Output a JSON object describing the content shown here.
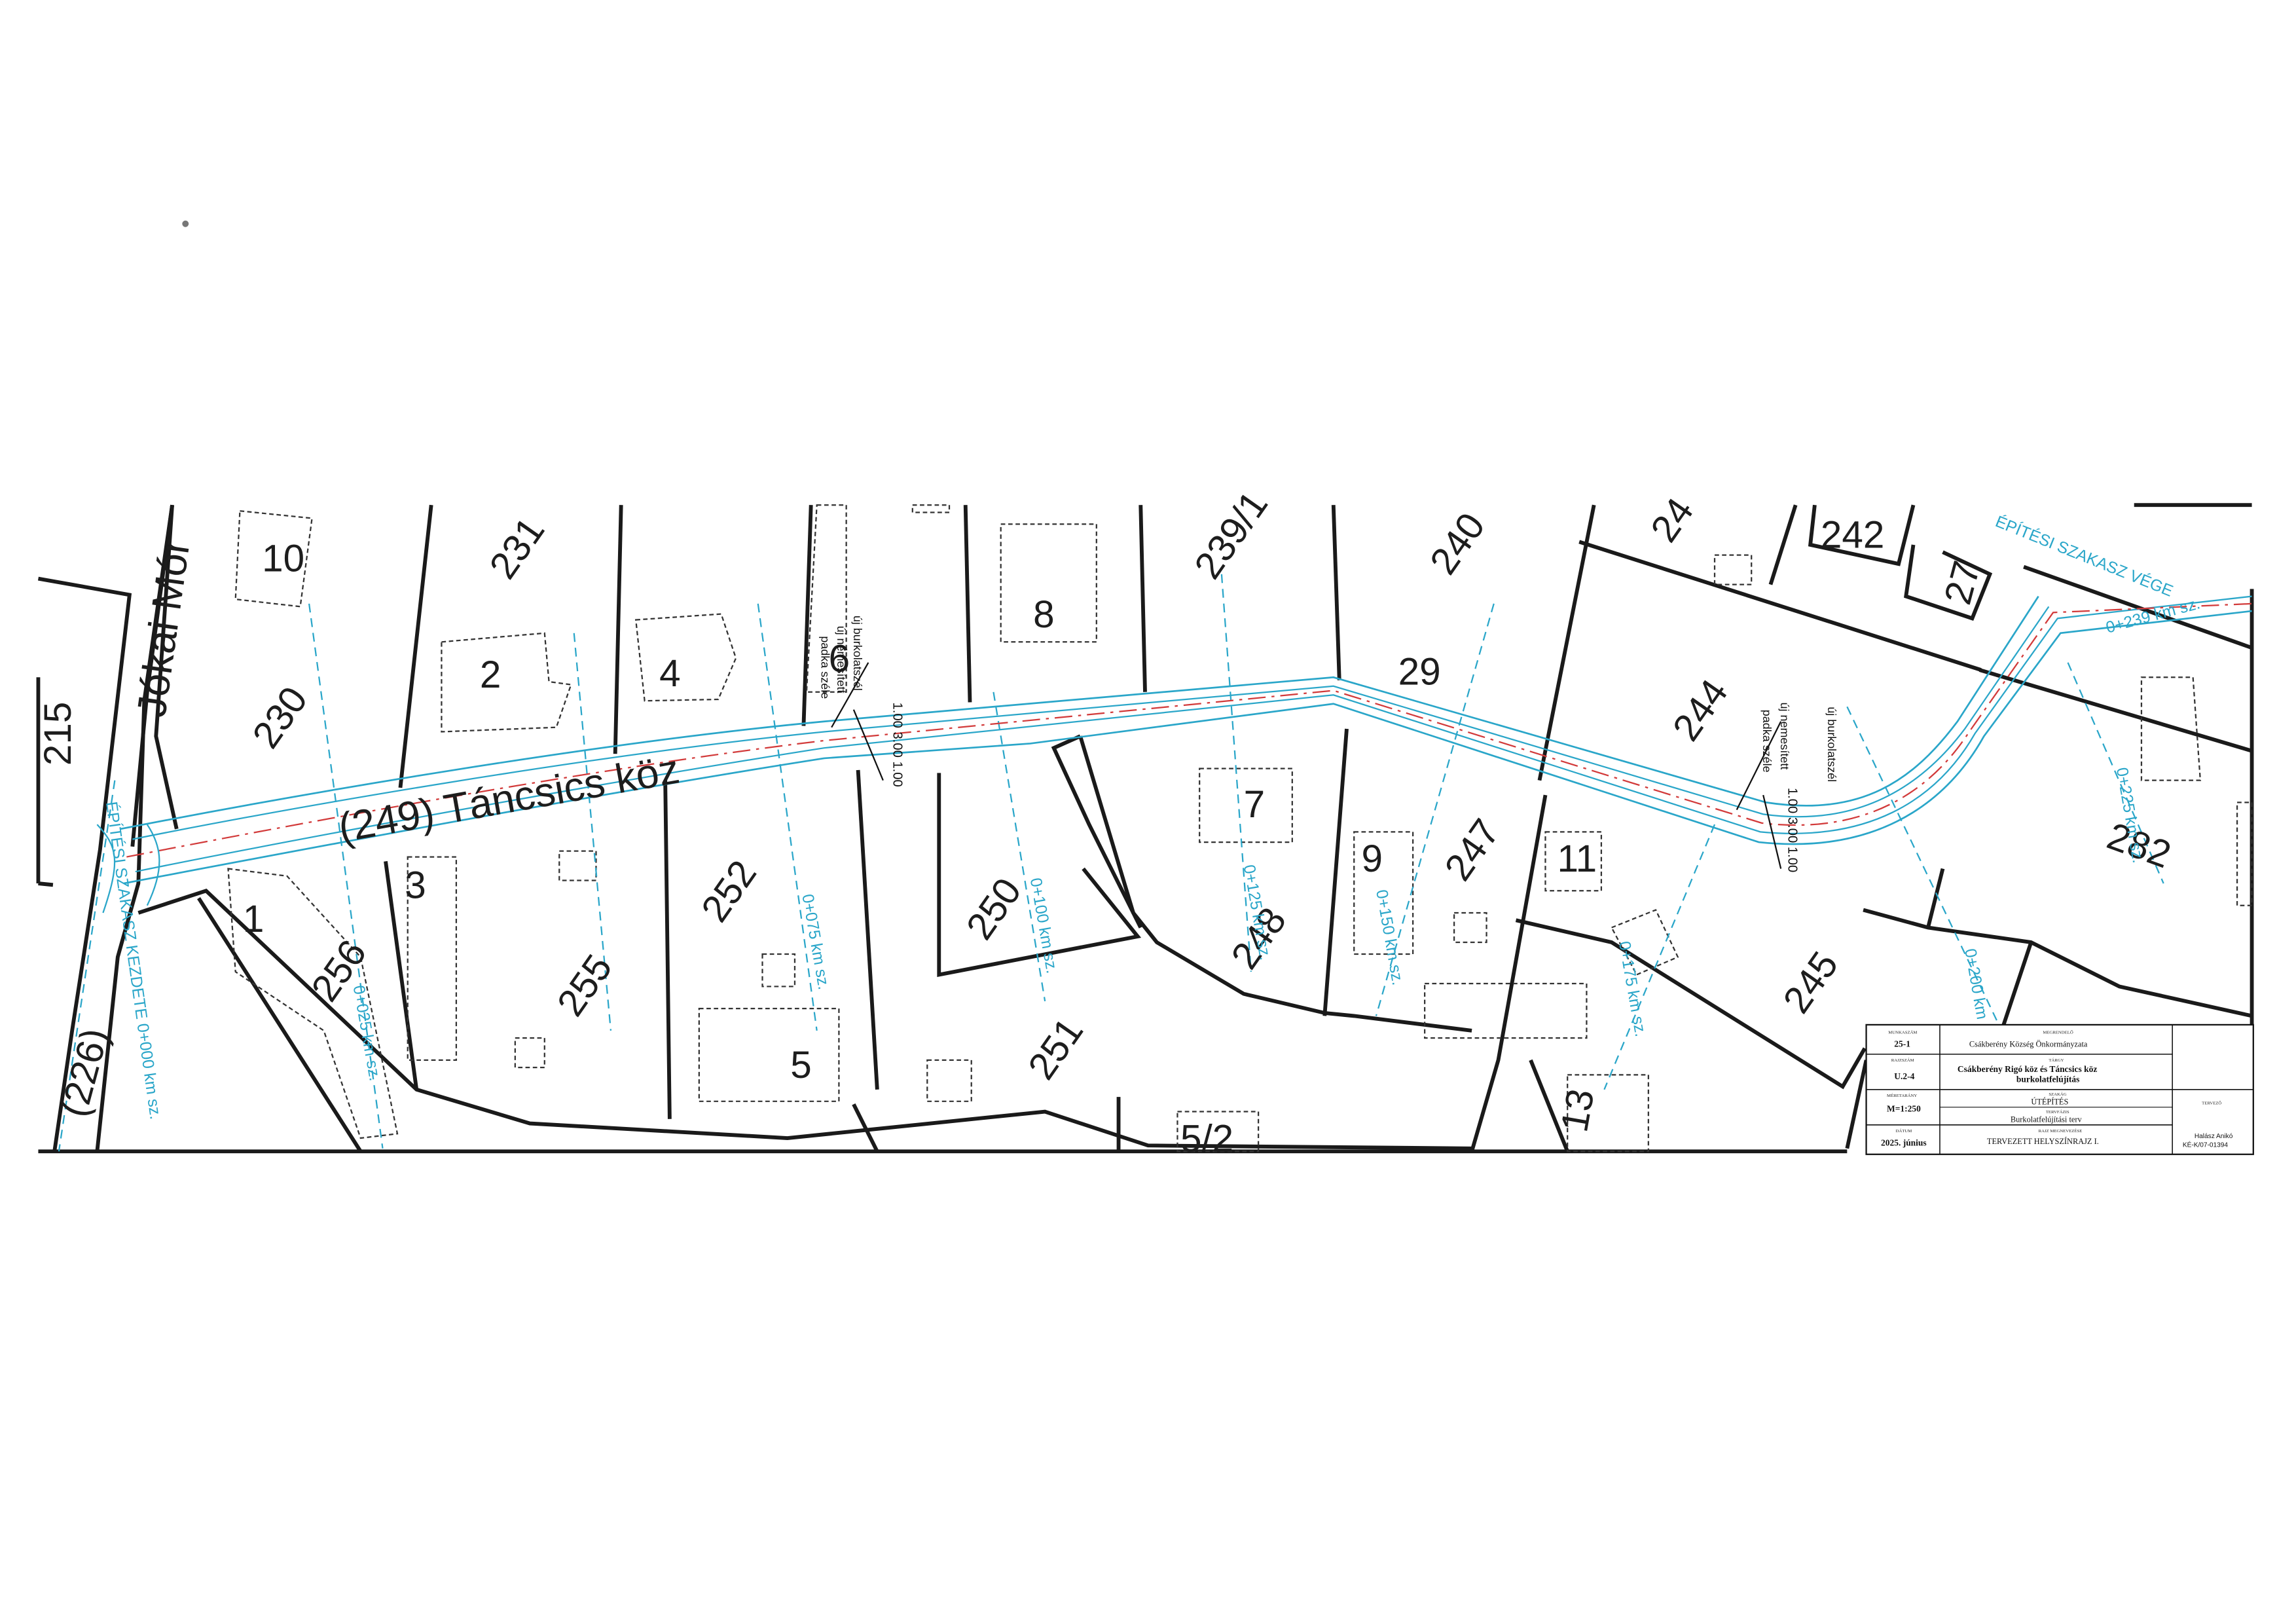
{
  "map": {
    "road_name": "(249) Táncsics köz",
    "street_name": "Jókai Mór",
    "start_label": "ÉPÍTÉSI SZAKASZ KEZDETE 0+000 km sz.",
    "end_label": "ÉPÍTÉSI SZAKASZ VÉGE",
    "end_chainage": "0+239 km sz.",
    "parcels": [
      "215",
      "230",
      "231",
      "239/1",
      "240",
      "24",
      "242",
      "27",
      "244",
      "29",
      "282",
      "256",
      "255",
      "252",
      "250",
      "251",
      "248",
      "247",
      "245",
      "7",
      "9",
      "11",
      "13",
      "5/2",
      "(226)"
    ],
    "house_numbers": [
      "10",
      "2",
      "4",
      "6",
      "8",
      "1",
      "3",
      "5",
      "7",
      "9",
      "11",
      "13"
    ],
    "chainages": [
      "0+025 km sz.",
      "0+075 km sz.",
      "0+100 km sz.",
      "0+125 km sz.",
      "0+150 km sz.",
      "0+175 km sz.",
      "0+200 km sz.",
      "0+225 km sz."
    ],
    "annotations_1": [
      "új burkolatszél",
      "új nemesített",
      "padka széle"
    ],
    "annotations_2": [
      "új burkolatszél",
      "új nemesített",
      "padka széle"
    ],
    "dims_1": "1.00   3.00   1.00",
    "dims_2": "1.00   3.00   1.00"
  },
  "title_block": {
    "project_no_label": "MUNKASZÁM",
    "project_no": "25-1",
    "client_label": "MEGRENDELŐ",
    "client": "Csákberény Község Önkormányzata",
    "drawing_no_label": "RAJZSZÁM",
    "drawing_no": "U.2-4",
    "project_label": "TÁRGY",
    "project_title_line1": "Csákberény Rigó köz és Táncsics köz",
    "project_title_line2": "burkolatfelújítás",
    "scale_label": "MÉRETARÁNY",
    "scale": "M=1:250",
    "discipline_label": "SZAKÁG",
    "discipline": "ÚTÉPÍTÉS",
    "phase_label": "TERVFÁZIS",
    "phase": "Burkolatfelújítási terv",
    "designer_label": "TERVEZŐ",
    "date_label": "DÁTUM",
    "date": "2025. június",
    "sheet_label": "RAJZ MEGNEVEZÉSE",
    "sheet_title": "TERVEZETT HELYSZÍNRAJZ I.",
    "designer_name": "Halász Anikó",
    "designer_license": "KÉ-K/07-01394"
  },
  "colors": {
    "design_line": "#2aa6c9",
    "axis_line": "#d23a3a",
    "chainage": "#2aa6c9"
  }
}
